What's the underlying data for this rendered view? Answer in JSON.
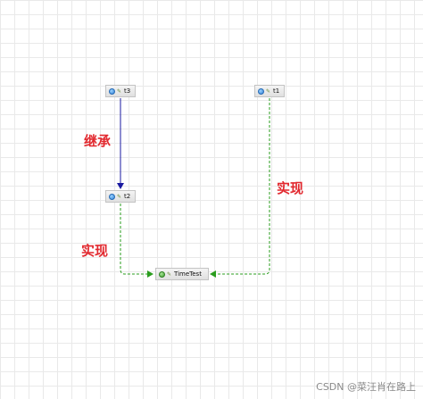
{
  "nodes": {
    "t3": {
      "label": "t3",
      "icon": "class-icon"
    },
    "t1": {
      "label": "t1",
      "icon": "class-icon"
    },
    "t2": {
      "label": "t2",
      "icon": "class-icon"
    },
    "timetest": {
      "label": "TimeTest",
      "icon": "runnable-class-icon"
    }
  },
  "edges": {
    "inherit": {
      "label": "继承",
      "from": "t3",
      "to": "t2",
      "color": "#1a1aa0"
    },
    "implement_left": {
      "label": "实现",
      "from": "t2",
      "to": "TimeTest",
      "color": "#2a9d1e"
    },
    "implement_right": {
      "label": "实现",
      "from": "t1",
      "to": "TimeTest",
      "color": "#2a9d1e"
    }
  },
  "colors": {
    "label_red": "#e2282e"
  },
  "watermark": "CSDN @菜汪肖在路上"
}
